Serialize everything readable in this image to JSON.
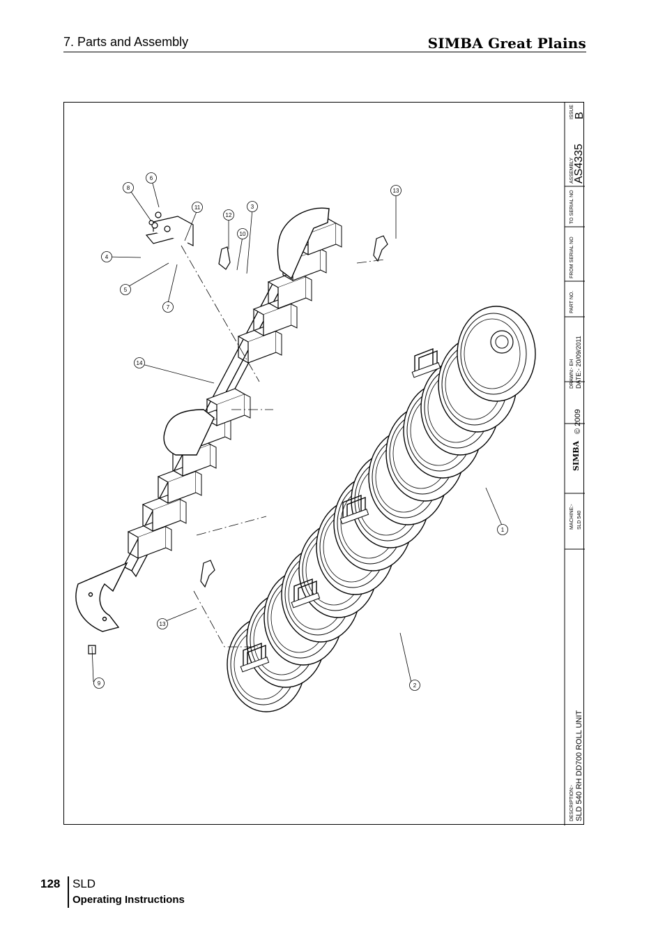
{
  "header": {
    "section": "7. Parts and Assembly",
    "brand": "SIMBA Great Plains"
  },
  "footer": {
    "page_number": "128",
    "model": "SLD",
    "manual": "Operating Instructions"
  },
  "title_block": {
    "description_label": "DESCRIPTION:-",
    "description": "SLD 540 RH DD700 ROLL UNIT",
    "machine_label": "MACHINE:-",
    "machine": "SLD 540",
    "logo_text": "SIMBA",
    "copyright": "© 2009",
    "drawn": "DRAWN:- EH",
    "date": "DATE:- 20/09/2011",
    "part_no_label": "PART NO.",
    "from_serial_label": "FROM SERIAL NO",
    "to_serial_label": "TO SERIAL NO",
    "assembly_label": "ASSEMBLY",
    "assembly": "AS4335",
    "issue_label": "ISSUE",
    "issue": "B"
  },
  "callouts": [
    "1",
    "2",
    "3",
    "4",
    "5",
    "6",
    "7",
    "8",
    "9",
    "10",
    "11",
    "12",
    "13",
    "13",
    "14"
  ]
}
